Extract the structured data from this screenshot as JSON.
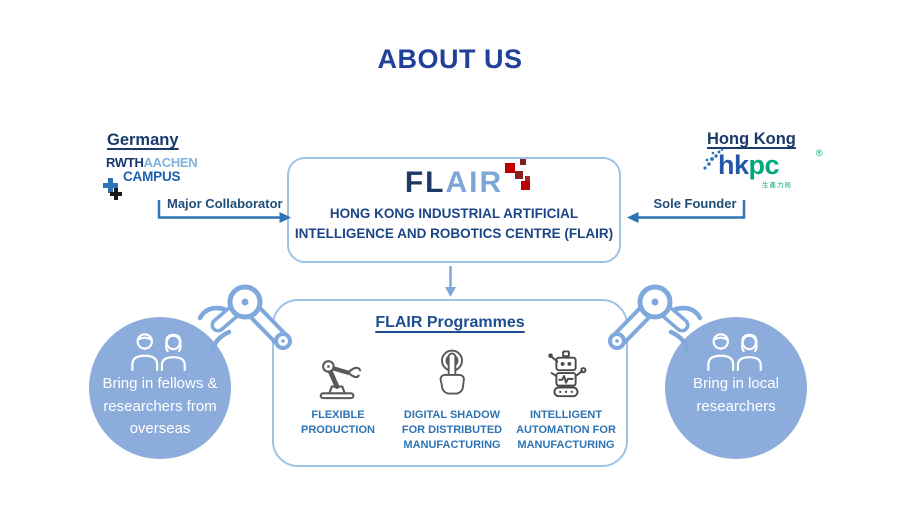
{
  "title": "ABOUT US",
  "germany": {
    "label": "Germany",
    "logo": {
      "rwth": "RWTH",
      "aachen": "AACHEN",
      "campus": "CAMPUS"
    },
    "arrow_label": "Major Collaborator"
  },
  "hongkong": {
    "label": "Hong Kong",
    "logo": {
      "hk": "hk",
      "pc": "pc",
      "reg": "®",
      "subtext": "生產力局"
    },
    "arrow_label": "Sole Founder"
  },
  "center_box": {
    "logo_dark": "FL",
    "logo_light": "AIR",
    "line1": "HONG KONG INDUSTRIAL ARTIFICIAL",
    "line2": "INTELLIGENCE AND ROBOTICS CENTRE (FLAIR)"
  },
  "programmes": {
    "title": "FLAIR Programmes",
    "items": [
      {
        "label": "FLEXIBLE\nPRODUCTION",
        "icon": "robot-arm-icon"
      },
      {
        "label": "DIGITAL SHADOW\nFOR DISTRIBUTED\nMANUFACTURING",
        "icon": "touch-icon"
      },
      {
        "label": "INTELLIGENT\nAUTOMATION FOR\nMANUFACTURING",
        "icon": "robot-icon"
      }
    ]
  },
  "left_circle": {
    "text": "Bring in fellows &\nresearchers from\noverseas"
  },
  "right_circle": {
    "text": "Bring in local\nresearchers"
  },
  "colors": {
    "title_blue": "#21409A",
    "navy": "#1F3864",
    "steel_blue": "#2E74B5",
    "box_border": "#9DC3E6",
    "arm_blue": "#7FA8DC",
    "circle_fill": "#8CACDC",
    "flair_light": "#7DA7D9",
    "hkpc_blue": "#2457A7",
    "hkpc_green": "#00A87E",
    "pixel_red": "#C00000",
    "icon_gray": "#595959"
  }
}
